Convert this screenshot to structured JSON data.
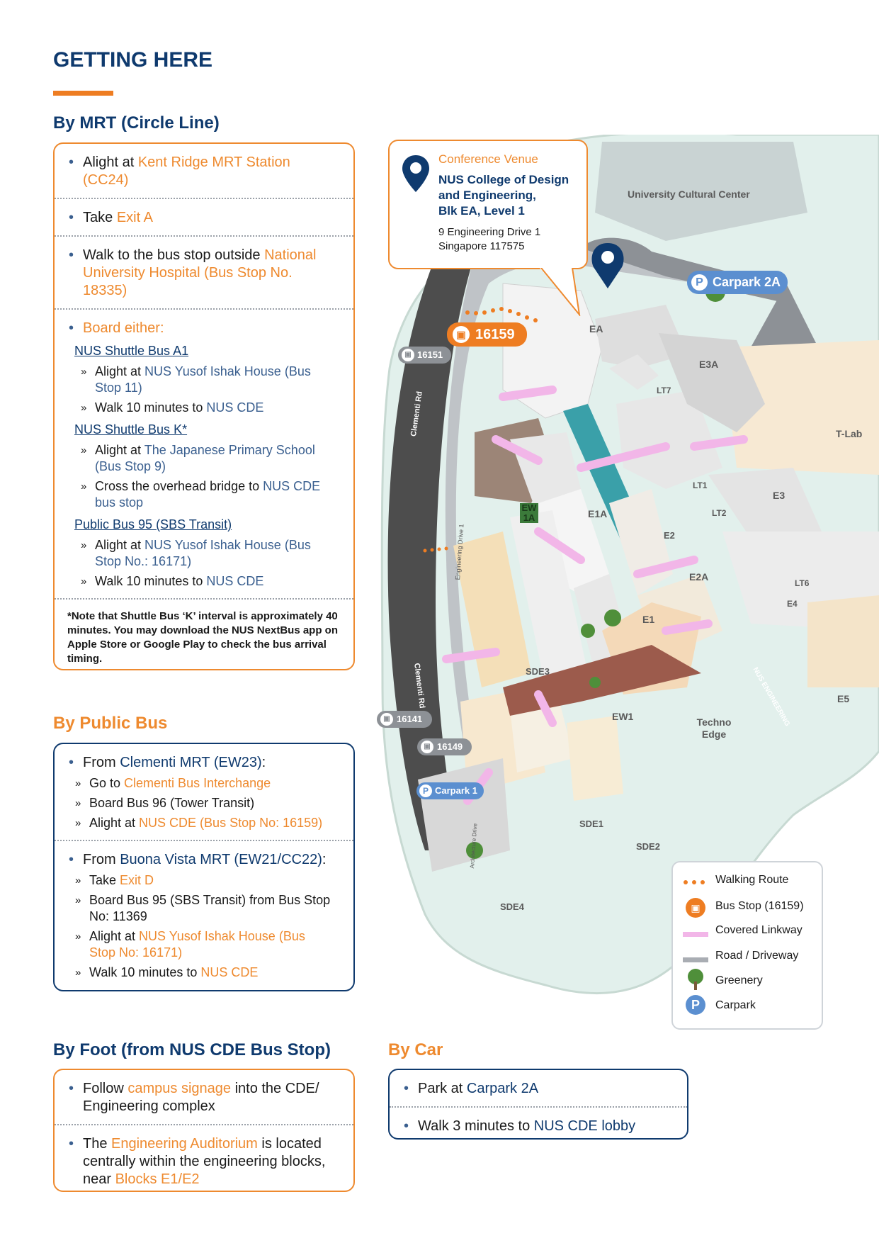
{
  "heading": "GETTING HERE",
  "mrt": {
    "title": "By MRT (Circle Line)",
    "s1_a": "Alight at ",
    "s1_b": "Kent Ridge MRT Station",
    "s1_c": "(CC24)",
    "s2_a": "Take ",
    "s2_b": "Exit A",
    "s3_a": "Walk to the bus stop outside ",
    "s3_b": "National",
    "s3_c": "University Hospital (Bus Stop No.",
    "s3_d": "18335)",
    "board": "Board either:",
    "opt1": "NUS Shuttle Bus A1",
    "opt1_i1a": "Alight at ",
    "opt1_i1b": "NUS Yusof Ishak House (Bus",
    "opt1_i1c": "Stop 11)",
    "opt1_i2a": "Walk 10 minutes to ",
    "opt1_i2b": "NUS CDE",
    "opt2": "NUS Shuttle Bus K*",
    "opt2_i1a": "Alight at ",
    "opt2_i1b": "The Japanese Primary School",
    "opt2_i1c": "(Bus Stop 9)",
    "opt2_i2a": "Cross the overhead bridge to ",
    "opt2_i2b": "NUS CDE",
    "opt2_i2c": "bus stop",
    "opt3": "Public Bus 95 (SBS Transit)",
    "opt3_i1a": "Alight at ",
    "opt3_i1b": "NUS Yusof Ishak House (Bus",
    "opt3_i1c": "Stop No.: 16171)",
    "opt3_i2a": "Walk 10 minutes to ",
    "opt3_i2b": "NUS CDE",
    "note": "*Note that Shuttle Bus ‘K’ interval is approximately 40 minutes. You may download the NUS NextBus app on Apple Store or Google Play to check the bus arrival timing."
  },
  "bus": {
    "title": "By Public Bus",
    "a_a": "From ",
    "a_b": "Clementi MRT (EW23)",
    "a_c": ":",
    "a1a": "Go to ",
    "a1b": "Clementi Bus Interchange",
    "a2": "Board Bus 96 (Tower Transit)",
    "a3a": "Alight at ",
    "a3b": "NUS CDE (Bus Stop No: 16159)",
    "b_a": "From ",
    "b_b": "Buona Vista MRT (EW21/CC22)",
    "b_c": ":",
    "b1a": "Take ",
    "b1b": "Exit D",
    "b2a": "Board Bus 95 (SBS Transit) from Bus Stop",
    "b2b": "No: 11369",
    "b3a": "Alight at ",
    "b3b": "NUS Yusof Ishak House (Bus",
    "b3c": "Stop No: 16171)",
    "b4a": "Walk 10 minutes to ",
    "b4b": "NUS CDE"
  },
  "foot": {
    "title": "By Foot (from NUS CDE Bus Stop)",
    "f1a": "Follow ",
    "f1b": "campus signage",
    "f1c": " into the CDE/",
    "f1d": "Engineering complex",
    "f2a": "The ",
    "f2b": "Engineering Auditorium",
    "f2c": " is located",
    "f2d": "centrally within the engineering blocks,",
    "f2e": "near ",
    "f2f": "Blocks E1/E2"
  },
  "car": {
    "title": "By Car",
    "c1a": "Park at ",
    "c1b": "Carpark 2A",
    "c2a": "Walk 3 minutes to ",
    "c2b": "NUS CDE lobby"
  },
  "venue": {
    "label": "Conference Venue",
    "name1": "NUS College of Design",
    "name2": "and Engineering,",
    "name3": "Blk EA, Level 1",
    "addr1": "9 Engineering Drive 1",
    "addr2": "Singapore 117575"
  },
  "map": {
    "carpark2a": "Carpark 2A",
    "carpark1": "Carpark 1",
    "bus_main": "16159",
    "stops": [
      "16151",
      "16141",
      "16149"
    ],
    "ucc": "University Cultural Center",
    "blocks": [
      "EA",
      "E3A",
      "LT7",
      "T-Lab",
      "E1A",
      "LT1",
      "LT2",
      "E3",
      "EW 1A",
      "E2",
      "E2A",
      "LT6",
      "E4",
      "E1",
      "SDE3",
      "E5",
      "EW1",
      "Techno Edge",
      "SDE1",
      "SDE2",
      "SDE4"
    ],
    "roads": [
      "Clementi Rd",
      "Clementi Rd",
      "Engineering Drive 1",
      "Architecture Drive"
    ],
    "signage": "NUS ENGINEERING"
  },
  "legend": [
    "Walking Route",
    "Bus Stop (16159)",
    "Covered Linkway",
    "Road / Driveway",
    "Greenery",
    "Carpark"
  ],
  "colors": {
    "navy": "#0f3a6e",
    "orange": "#ee8a2f",
    "carpark_blue": "#5b8fd0",
    "linkway": "#f2b6e8",
    "road": "#a9adb3",
    "greenery": "#4f8f3a"
  }
}
